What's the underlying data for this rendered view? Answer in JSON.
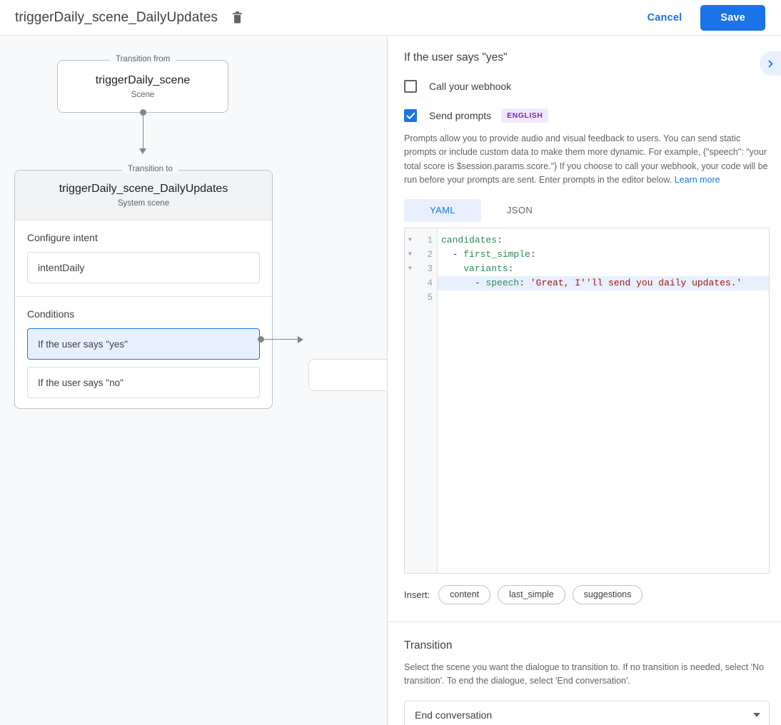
{
  "topbar": {
    "title": "triggerDaily_scene_DailyUpdates",
    "delete_icon": "trash-icon",
    "cancel_label": "Cancel",
    "save_label": "Save"
  },
  "accent_colors": {
    "primary_blue": "#1a73e8",
    "selected_fill": "#e8f0fe",
    "canvas_bg": "#f8f9fa",
    "badge_bg": "#f3e8fd",
    "badge_text": "#7627bb",
    "yaml_key": "#2e8b57",
    "yaml_string": "#a31515"
  },
  "canvas": {
    "transition_from": {
      "legend": "Transition from",
      "title": "triggerDaily_scene",
      "subtitle": "Scene"
    },
    "transition_to": {
      "legend": "Transition to",
      "title": "triggerDaily_scene_DailyUpdates",
      "subtitle": "System scene"
    },
    "intent_section": {
      "label": "Configure intent",
      "value": "intentDaily"
    },
    "conditions_section": {
      "label": "Conditions",
      "items": [
        {
          "label": "If the user says \"yes\"",
          "selected": true
        },
        {
          "label": "If the user says \"no\"",
          "selected": false
        }
      ]
    }
  },
  "right_panel": {
    "title": "If the user says \"yes\"",
    "collapse_icon": "chevron-right-icon",
    "webhook": {
      "label": "Call your webhook",
      "checked": false
    },
    "prompts": {
      "label": "Send prompts",
      "checked": true,
      "language_badge": "ENGLISH",
      "description": "Prompts allow you to provide audio and visual feedback to users. You can send static prompts or include custom data to make them more dynamic. For example, {\"speech\": \"your total score is $session.params.score.\"} If you choose to call your webhook, your code will be run before your prompts are sent. Enter prompts in the editor below.",
      "learn_more": "Learn more"
    },
    "editor_tabs": [
      {
        "label": "YAML",
        "active": true
      },
      {
        "label": "JSON",
        "active": false
      }
    ],
    "editor": {
      "active_line": 4,
      "lines": [
        {
          "num": "1",
          "fold": true,
          "indent": 0,
          "segments": [
            {
              "t": "candidates",
              "c": "key"
            },
            {
              "t": ":",
              "c": "punct"
            }
          ]
        },
        {
          "num": "2",
          "fold": true,
          "indent": 1,
          "segments": [
            {
              "t": "- ",
              "c": "punct"
            },
            {
              "t": "first_simple",
              "c": "key"
            },
            {
              "t": ":",
              "c": "punct"
            }
          ]
        },
        {
          "num": "3",
          "fold": true,
          "indent": 2,
          "segments": [
            {
              "t": "variants",
              "c": "key"
            },
            {
              "t": ":",
              "c": "punct"
            }
          ]
        },
        {
          "num": "4",
          "fold": false,
          "indent": 3,
          "segments": [
            {
              "t": "- ",
              "c": "punct"
            },
            {
              "t": "speech",
              "c": "key"
            },
            {
              "t": ": ",
              "c": "punct"
            },
            {
              "t": "'Great, I''ll send you daily updates.'",
              "c": "str"
            }
          ]
        },
        {
          "num": "5",
          "fold": false,
          "indent": 0,
          "segments": []
        }
      ]
    },
    "insert": {
      "label": "Insert:",
      "chips": [
        "content",
        "last_simple",
        "suggestions"
      ]
    },
    "transition": {
      "title": "Transition",
      "description": "Select the scene you want the dialogue to transition to. If no transition is needed, select 'No transition'. To end the dialogue, select 'End conversation'.",
      "selected_value": "End conversation"
    }
  }
}
